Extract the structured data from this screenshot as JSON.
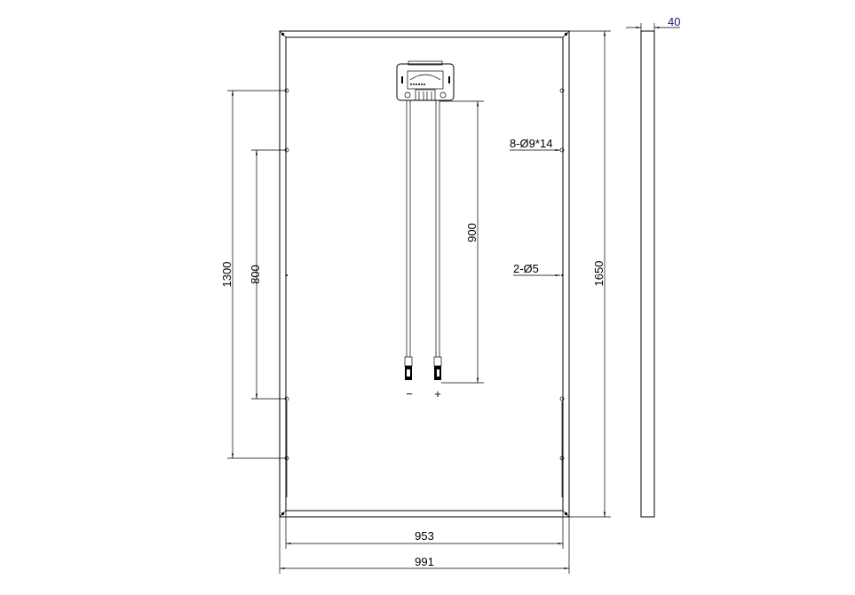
{
  "drawing": {
    "dimensions": {
      "width_outer": "991",
      "width_inner": "953",
      "height_outer": "1650",
      "mount_spacing_outer": "1300",
      "mount_spacing_inner": "800",
      "cable_length": "900",
      "thickness": "40"
    },
    "callouts": {
      "mounting_holes": "8-Ø9*14",
      "grounding_holes": "2-Ø5"
    },
    "connectors": {
      "negative": "−",
      "positive": "+"
    },
    "colors": {
      "line": "#000000",
      "dim_text": "#1a1a6e"
    }
  }
}
